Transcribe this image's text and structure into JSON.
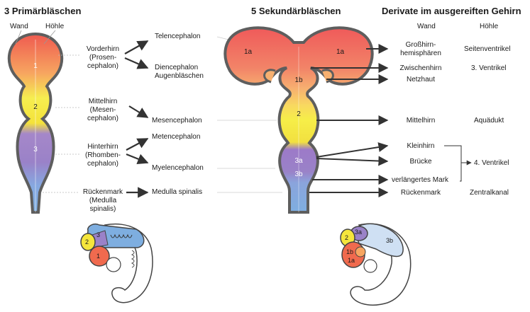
{
  "headers": {
    "primary": "3 Primärbläschen",
    "secondary": "5 Sekundärbläschen",
    "derivatives": "Derivate im ausgereiften Gehirn"
  },
  "columns": {
    "wall": "Wand",
    "cavity": "Höhle",
    "wall2": "Wand",
    "cavity2": "Höhle"
  },
  "primary_vesicles": [
    {
      "num": "1",
      "label": [
        "Vorderhirn",
        "(Prosen-",
        "cephalon)"
      ],
      "color": "#f06a4e"
    },
    {
      "num": "2",
      "label": [
        "Mittelhirn",
        "(Mesen-",
        "cephalon)"
      ],
      "color": "#f5e63c"
    },
    {
      "num": "3",
      "label": [
        "Hinterhirn",
        "(Rhomben-",
        "cephalon)"
      ],
      "color": "#9a82c8"
    },
    {
      "num": "",
      "label": [
        "Rückenmark",
        "(Medulla",
        "spinalis)"
      ],
      "color": "#7eaee0"
    }
  ],
  "secondary_vesicles": {
    "telencephalon": "Telencephalon",
    "diencephalon": "Diencephalon",
    "augenblaeschen": "Augenbläschen",
    "mesencephalon": "Mesencephalon",
    "metencephalon": "Metencephalon",
    "myelencephalon": "Myelencephalon",
    "medulla_spinalis": "Medulla spinalis"
  },
  "secondary_numbers": {
    "n1a_left": "1a",
    "n1a_right": "1a",
    "n1b": "1b",
    "n2": "2",
    "n3a": "3a",
    "n3b": "3b"
  },
  "derivatives": {
    "grosshirn": [
      "Großhirn-",
      "hemisphären"
    ],
    "seitenventrikel": "Seitenventrikel",
    "zwischenhirn": "Zwischenhirn",
    "ventrikel3": "3. Ventrikel",
    "netzhaut": "Netzhaut",
    "mittelhirn": "Mittelhirn",
    "aquaedukt": "Aquädukt",
    "kleinhirn": "Kleinhirn",
    "bruecke": "Brücke",
    "ventrikel4": "4. Ventrikel",
    "verlaengertes_mark": "verlängertes Mark",
    "rueckenmark": "Rückenmark",
    "zentralkanal": "Zentralkanal"
  },
  "embryo_labels": {
    "left": {
      "n1": "1",
      "n2": "2",
      "n3": "3"
    },
    "right": {
      "n1a": "1a",
      "n1b": "1b",
      "n2": "2",
      "n3a": "3a",
      "n3b": "3b"
    }
  },
  "colors": {
    "red": "#f06a4e",
    "orange": "#f7a560",
    "yellow": "#f5e63c",
    "purple": "#9a82c8",
    "blue": "#7eaee0",
    "wall": "#6e6e6e",
    "arrow": "#333333"
  }
}
